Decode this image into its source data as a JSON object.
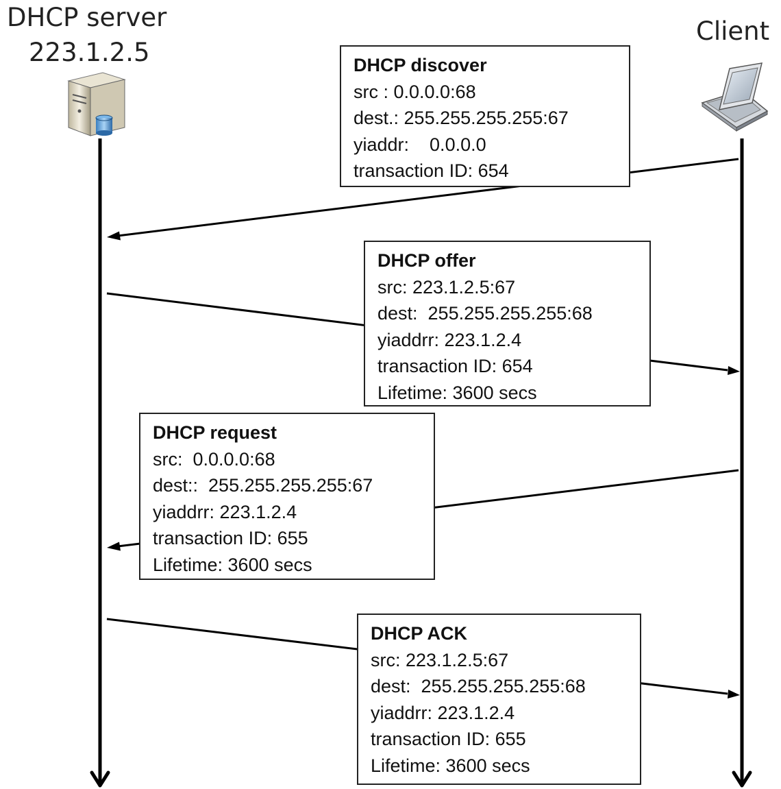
{
  "server": {
    "name": "DHCP server",
    "ip": "223.1.2.5",
    "icon": "server-icon"
  },
  "client": {
    "name": "Client",
    "icon": "laptop-icon"
  },
  "messages": [
    {
      "direction": "client-to-server",
      "title": "DHCP discover",
      "fields": [
        "src : 0.0.0.0:68",
        "dest.: 255.255.255.255:67",
        "yiaddr:    0.0.0.0",
        "transaction ID: 654"
      ]
    },
    {
      "direction": "server-to-client",
      "title": "DHCP offer",
      "fields": [
        "src: 223.1.2.5:67",
        "dest:  255.255.255.255:68",
        "yiaddrr: 223.1.2.4",
        "transaction ID: 654",
        "Lifetime: 3600 secs"
      ]
    },
    {
      "direction": "client-to-server",
      "title": "DHCP request",
      "fields": [
        "src:  0.0.0.0:68",
        "dest::  255.255.255.255:67",
        "yiaddrr: 223.1.2.4",
        "transaction ID: 655",
        "Lifetime: 3600 secs"
      ]
    },
    {
      "direction": "server-to-client",
      "title": "DHCP ACK",
      "fields": [
        "src: 223.1.2.5:67",
        "dest:  255.255.255.255:68",
        "yiaddrr: 223.1.2.4",
        "transaction ID: 655",
        "Lifetime: 3600 secs"
      ]
    }
  ]
}
